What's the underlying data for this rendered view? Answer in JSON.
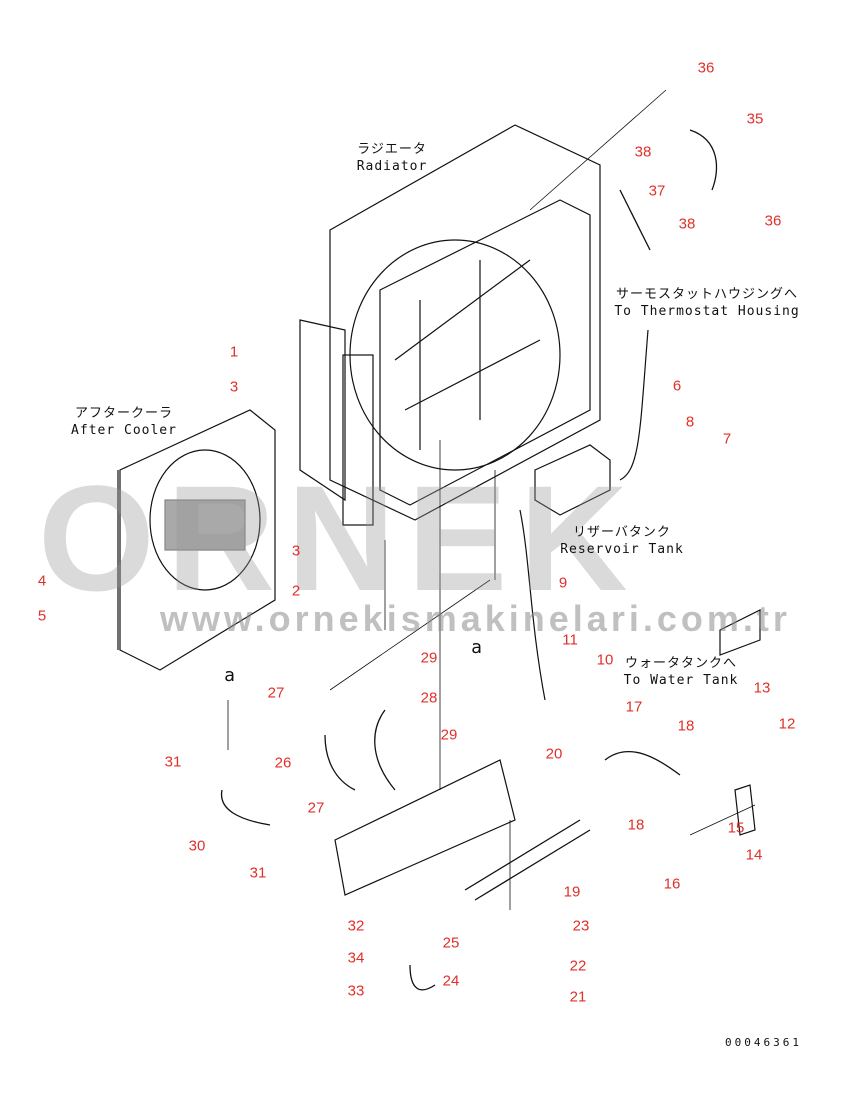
{
  "captions": {
    "radiator_jp": "ラジエータ",
    "radiator_en": "Radiator",
    "aftercooler_jp": "アフタークーラ",
    "aftercooler_en": "After Cooler",
    "thermostat_jp": "サーモスタットハウジングへ",
    "thermostat_en": "To Thermostat Housing",
    "reservoir_jp": "リザーバタンク",
    "reservoir_en": "Reservoir Tank",
    "watertank_jp": "ウォータタンクへ",
    "watertank_en": "To Water Tank",
    "view_a1": "a",
    "view_a2": "a"
  },
  "part_labels": [
    "36",
    "35",
    "38",
    "37",
    "38",
    "36",
    "1",
    "3",
    "6",
    "8",
    "7",
    "3",
    "2",
    "4",
    "5",
    "9",
    "11",
    "10",
    "29",
    "27",
    "28",
    "13",
    "12",
    "17",
    "18",
    "20",
    "29",
    "31",
    "26",
    "27",
    "18",
    "15",
    "30",
    "31",
    "19",
    "14",
    "16",
    "32",
    "23",
    "25",
    "34",
    "22",
    "24",
    "33",
    "21"
  ],
  "drawing_number": "00046361",
  "watermark": {
    "brand": "ORNEK",
    "url": "www.ornekismakinelari.com.tr"
  },
  "colors": {
    "label": "#e0302a",
    "line": "#111111",
    "watermark": "#969696"
  }
}
